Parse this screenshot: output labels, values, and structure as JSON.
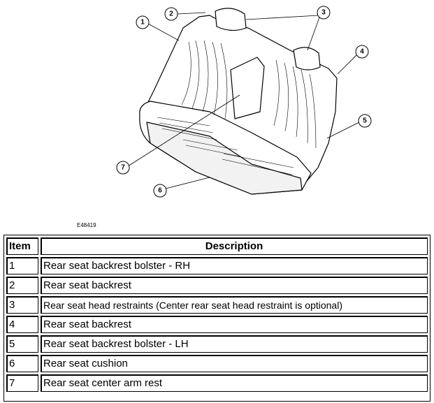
{
  "figure": {
    "id_label": "E48419",
    "callouts": [
      "1",
      "2",
      "3",
      "4",
      "5",
      "6",
      "7"
    ]
  },
  "legend": {
    "headers": {
      "item": "Item",
      "description": "Description"
    },
    "rows": [
      {
        "item": "1",
        "description": "Rear seat backrest bolster - RH"
      },
      {
        "item": "2",
        "description": "Rear seat backrest"
      },
      {
        "item": "3",
        "description": "Rear seat head restraints (Center rear seat head restraint is optional)"
      },
      {
        "item": "4",
        "description": "Rear seat backrest"
      },
      {
        "item": "5",
        "description": "Rear seat backrest bolster - LH"
      },
      {
        "item": "6",
        "description": "Rear seat cushion"
      },
      {
        "item": "7",
        "description": "Rear seat center arm rest"
      }
    ]
  }
}
